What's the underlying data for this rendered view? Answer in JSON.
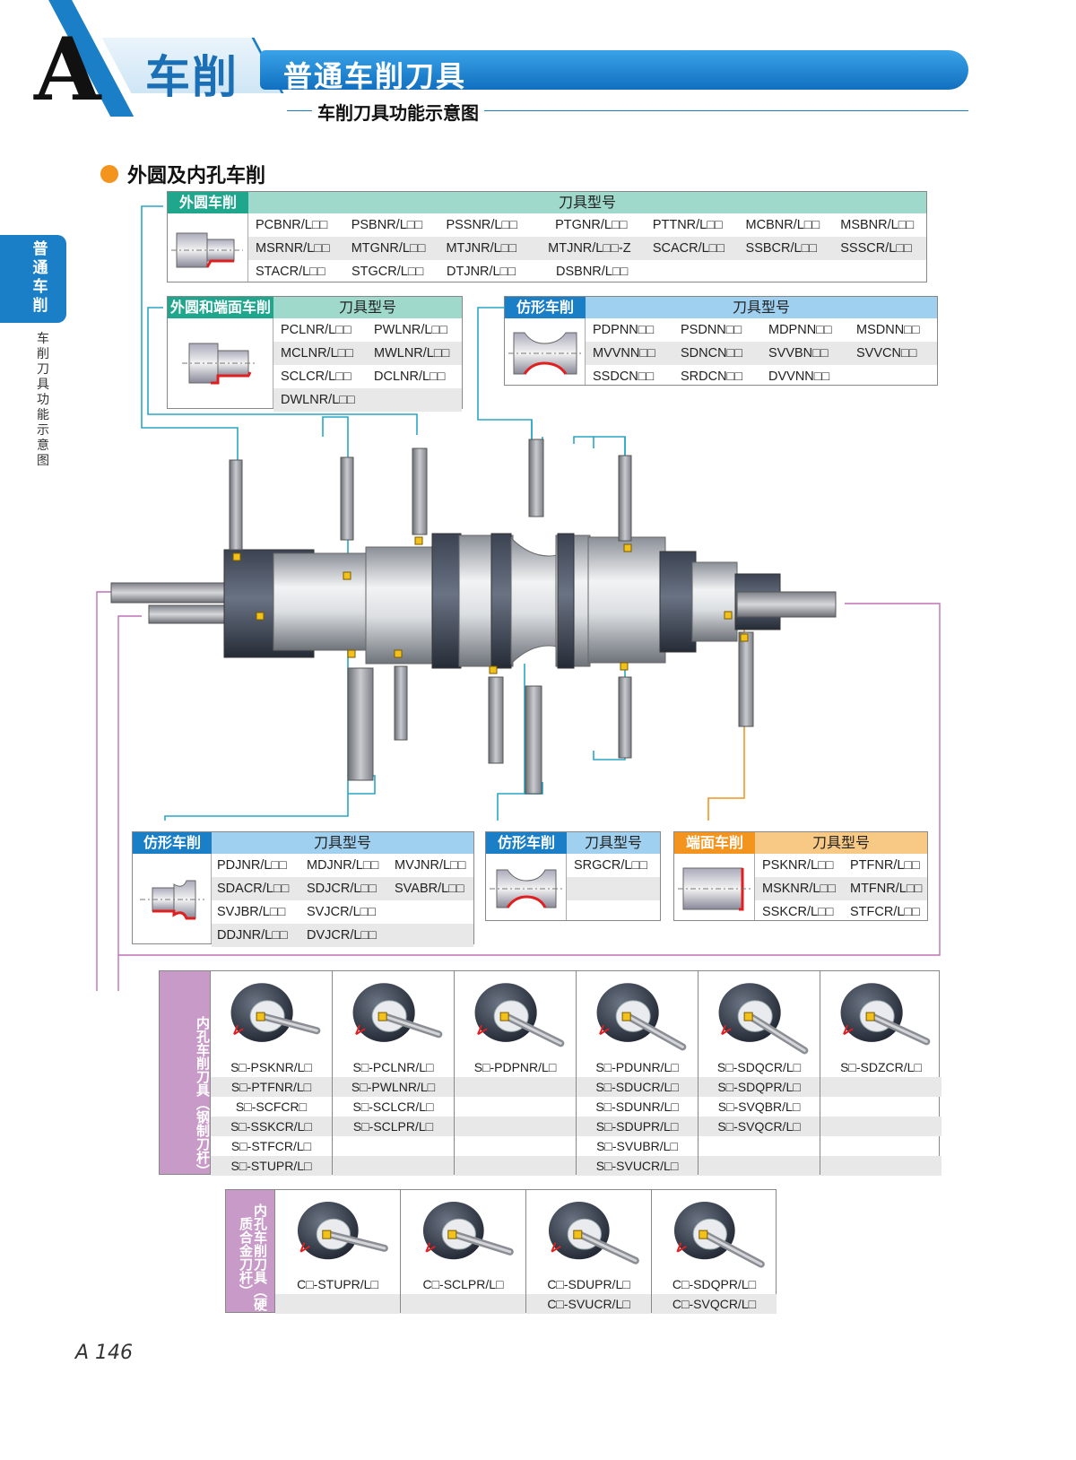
{
  "header": {
    "letter": "A",
    "section": "车削",
    "title": "普通车削刀具",
    "subtitle": "车削刀具功能示意图"
  },
  "side_tab": {
    "label": "普通车削",
    "sub_label": "车削刀具功能示意图"
  },
  "section_heading": "外圆及内孔车削",
  "tables": {
    "external": {
      "label": "外圆车削",
      "col_header": "刀具型号",
      "rows": [
        [
          "PCBNR/L□□",
          "PSBNR/L□□",
          "PSSNR/L□□",
          "PTGNR/L□□",
          "PTTNR/L□□",
          "MCBNR/L□□",
          "MSBNR/L□□"
        ],
        [
          "MSRNR/L□□",
          "MTGNR/L□□",
          "MTJNR/L□□",
          "MTJNR/L□□-Z",
          "SCACR/L□□",
          "SSBCR/L□□",
          "SSSCR/L□□"
        ],
        [
          "STACR/L□□",
          "STGCR/L□□",
          "DTJNR/L□□",
          "DSBNR/L□□",
          "",
          "",
          ""
        ]
      ]
    },
    "ext_face": {
      "label": "外圆和端面车削",
      "col_header": "刀具型号",
      "rows": [
        [
          "PCLNR/L□□",
          "PWLNR/L□□"
        ],
        [
          "MCLNR/L□□",
          "MWLNR/L□□"
        ],
        [
          "SCLCR/L□□",
          "DCLNR/L□□"
        ],
        [
          "DWLNR/L□□",
          ""
        ]
      ]
    },
    "profile_top": {
      "label": "仿形车削",
      "col_header": "刀具型号",
      "rows": [
        [
          "PDPNN□□",
          "PSDNN□□",
          "MDPNN□□",
          "MSDNN□□"
        ],
        [
          "MVVNN□□",
          "SDNCN□□",
          "SVVBN□□",
          "SVVCN□□"
        ],
        [
          "SSDCN□□",
          "SRDCN□□",
          "DVVNN□□",
          ""
        ]
      ]
    },
    "profile_left": {
      "label": "仿形车削",
      "col_header": "刀具型号",
      "rows": [
        [
          "PDJNR/L□□",
          "MDJNR/L□□",
          "MVJNR/L□□"
        ],
        [
          "SDACR/L□□",
          "SDJCR/L□□",
          "SVABR/L□□"
        ],
        [
          "SVJBR/L□□",
          "SVJCR/L□□",
          ""
        ],
        [
          "DDJNR/L□□",
          "DVJCR/L□□",
          ""
        ]
      ]
    },
    "profile_mid": {
      "label": "仿形车削",
      "col_header": "刀具型号",
      "rows": [
        [
          "SRGCR/L□□"
        ],
        [
          ""
        ],
        [
          ""
        ]
      ]
    },
    "face": {
      "label": "端面车削",
      "col_header": "刀具型号",
      "rows": [
        [
          "PSKNR/L□□",
          "PTFNR/L□□"
        ],
        [
          "MSKNR/L□□",
          "MTFNR/L□□"
        ],
        [
          "SSKCR/L□□",
          "STFCR/L□□"
        ]
      ]
    }
  },
  "boring_steel": {
    "label": "内孔车削刀具（钢制刀杆）",
    "columns": [
      [
        "S□-PSKNR/L□",
        "S□-PTFNR/L□",
        "S□-SCFCR□",
        "S□-SSKCR/L□",
        "S□-STFCR/L□",
        "S□-STUPR/L□"
      ],
      [
        "S□-PCLNR/L□",
        "S□-PWLNR/L□",
        "S□-SCLCR/L□",
        "S□-SCLPR/L□",
        "",
        ""
      ],
      [
        "S□-PDPNR/L□",
        "",
        "",
        "",
        "",
        ""
      ],
      [
        "S□-PDUNR/L□",
        "S□-SDUCR/L□",
        "S□-SDUNR/L□",
        "S□-SDUPR/L□",
        "S□-SVUBR/L□",
        "S□-SVUCR/L□"
      ],
      [
        "S□-SDQCR/L□",
        "S□-SDQPR/L□",
        "S□-SVQBR/L□",
        "S□-SVQCR/L□",
        "",
        ""
      ],
      [
        "S□-SDZCR/L□",
        "",
        "",
        "",
        "",
        ""
      ]
    ]
  },
  "boring_carbide": {
    "label": "内孔车削刀具（硬质合金刀杆）",
    "columns": [
      [
        "C□-STUPR/L□",
        ""
      ],
      [
        "C□-SCLPR/L□",
        ""
      ],
      [
        "C□-SDUPR/L□",
        "C□-SVUCR/L□"
      ],
      [
        "C□-SDQPR/L□",
        "C□-SVQCR/L□"
      ]
    ]
  },
  "page_number": "A 146",
  "colors": {
    "brand_blue": "#1a7fc6",
    "teal": "#1fa78e",
    "orange": "#f3941e",
    "purple": "#c89ac8",
    "cutting_edge": "#e02020",
    "leader_teal": "#2aa6c6",
    "leader_purple": "#c070b8"
  }
}
